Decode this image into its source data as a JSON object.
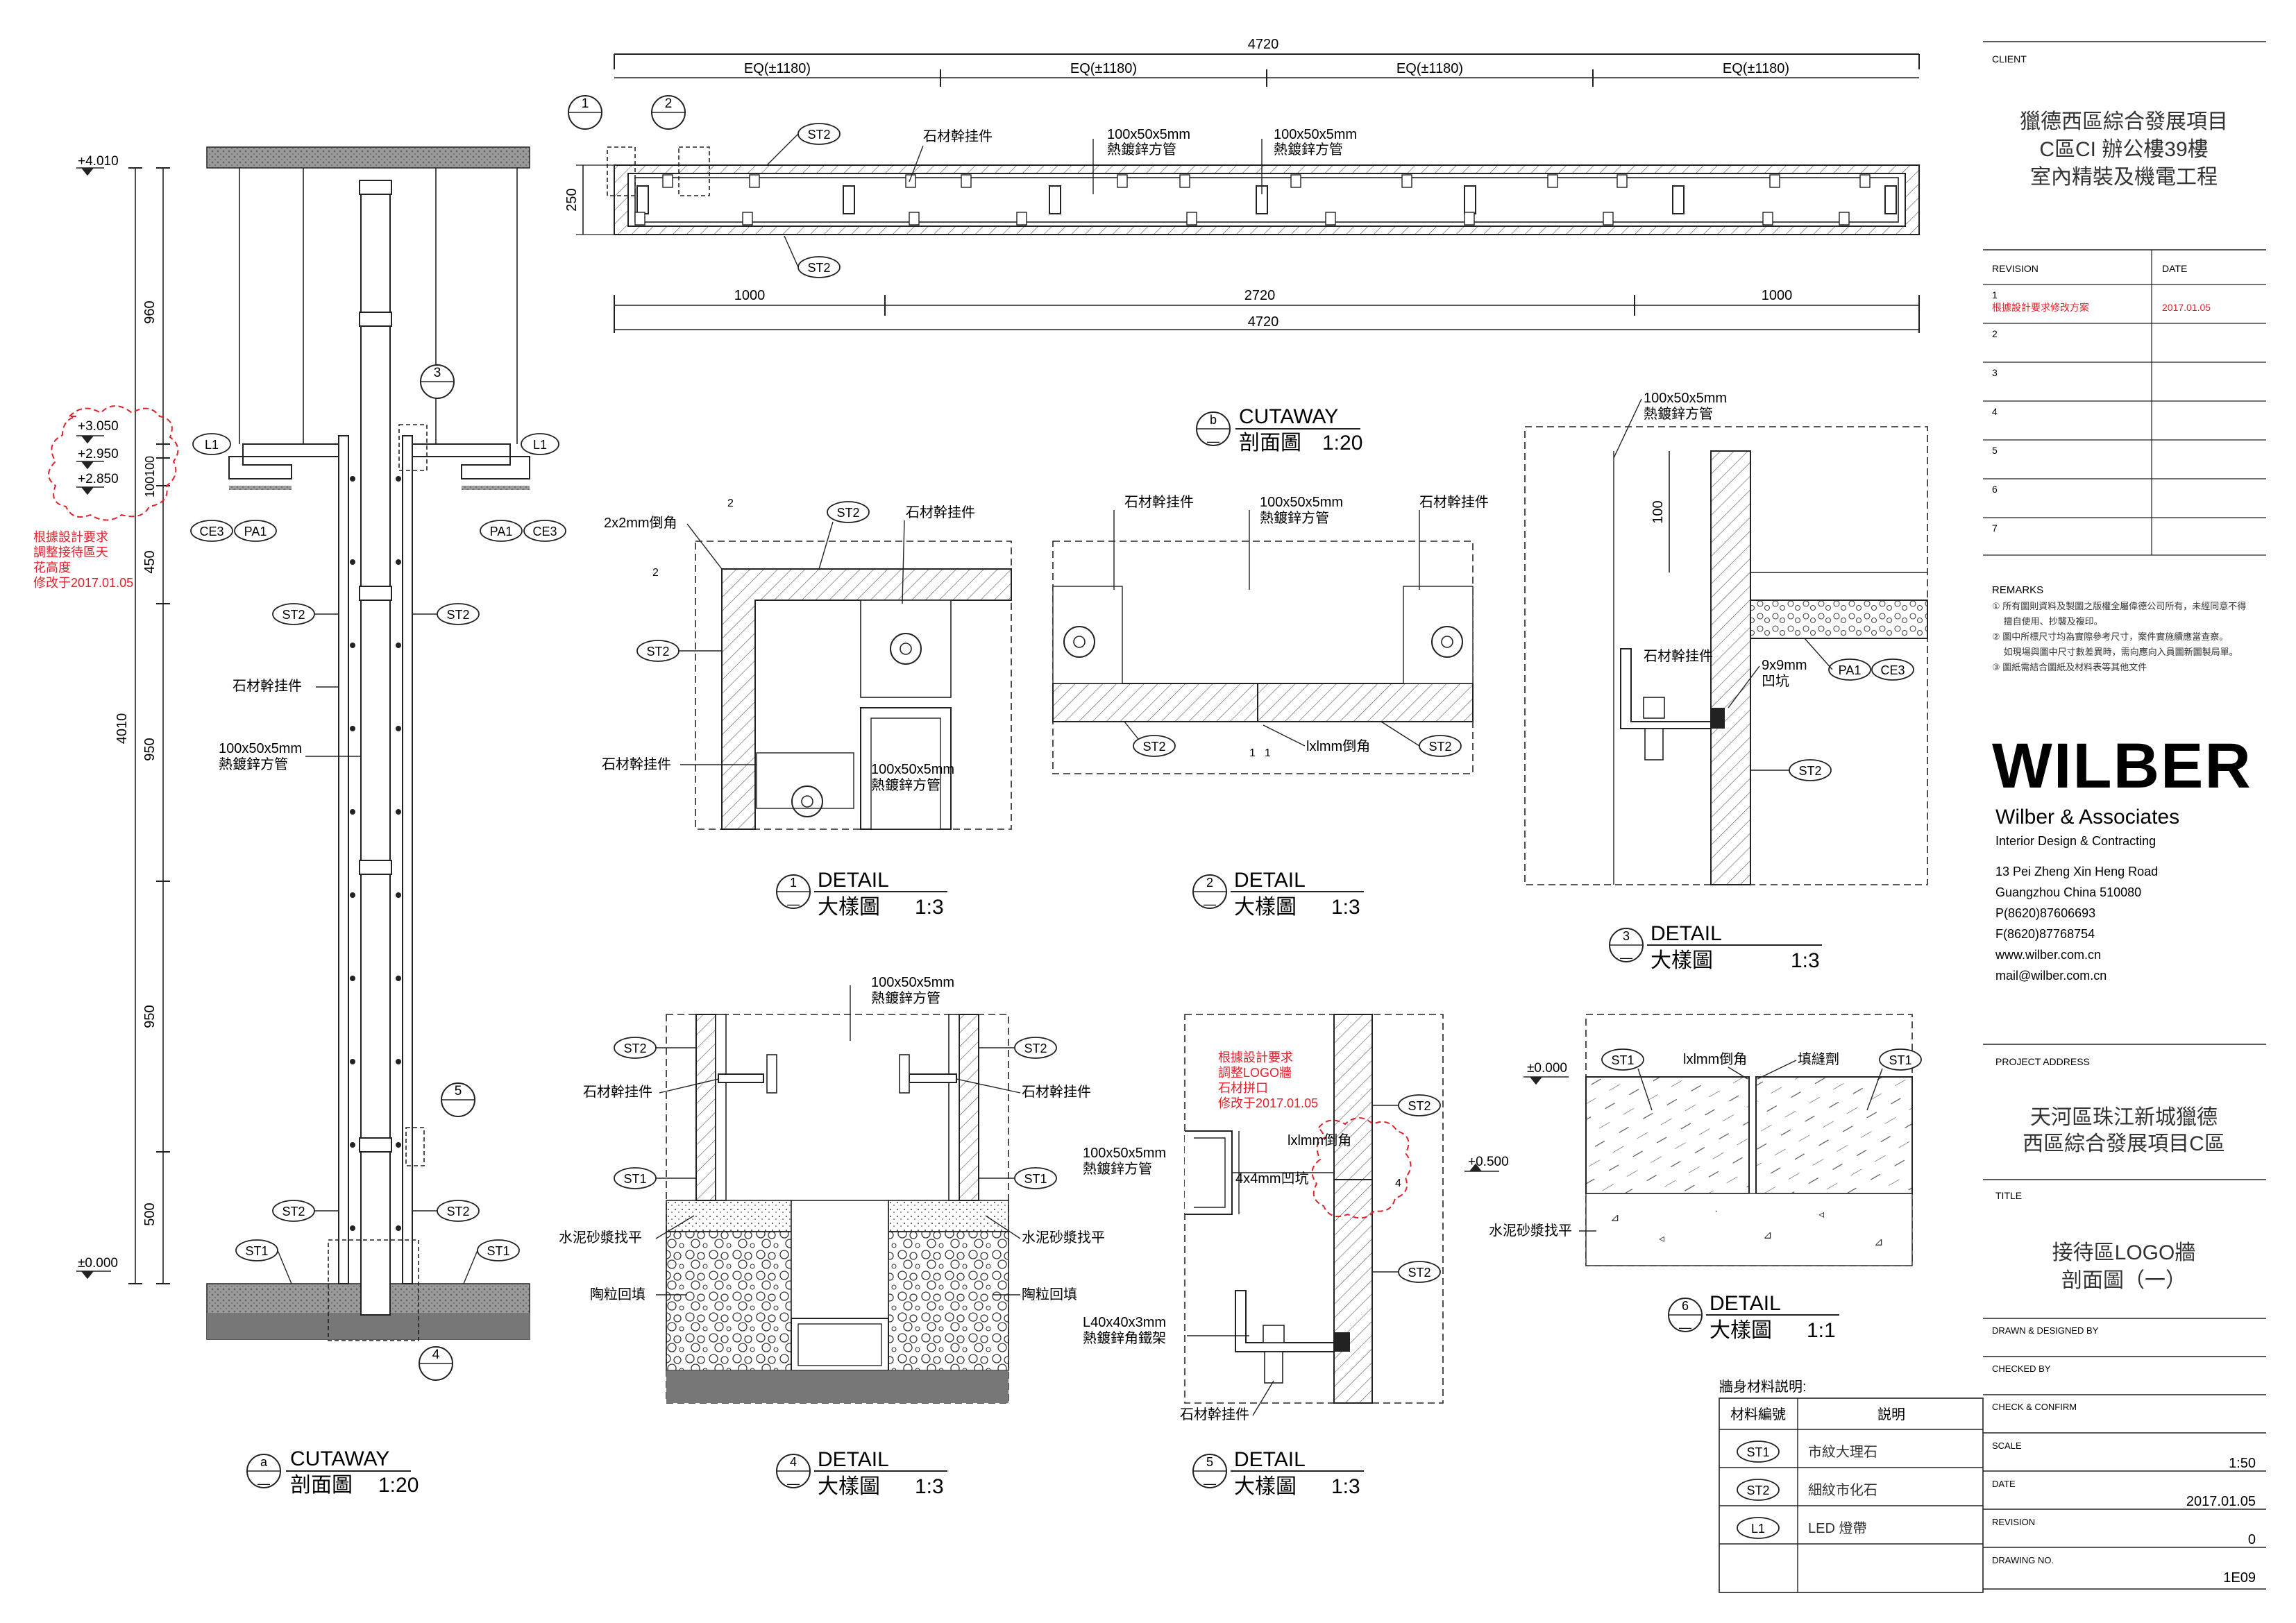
{
  "overall_dims": {
    "total": "4720",
    "eq": [
      "EQ(±1180)",
      "EQ(±1180)",
      "EQ(±1180)",
      "EQ(±1180)"
    ],
    "bottom": [
      "1000",
      "2720",
      "1000"
    ],
    "bottom_total": "4720",
    "height": "250"
  },
  "section_a": {
    "levels": [
      "+4.010",
      "+3.050",
      "+2.950",
      "+2.850",
      "±0.000"
    ],
    "dims": [
      "960",
      "100",
      "100",
      "450",
      "950",
      "950",
      "500"
    ],
    "total_height": "4010",
    "revision_note": [
      "根據設計要求",
      "調整接待區天",
      "花高度",
      "修改于2017.01.05"
    ]
  },
  "tags": {
    "st1": "ST1",
    "st2": "ST2",
    "l1": "L1",
    "pa1": "PA1",
    "ce3": "CE3"
  },
  "notes": {
    "stone_hanger": "石材幹挂件",
    "tube_size": "100x50x5mm",
    "tube_desc": "熱鍍鋅方管",
    "chamfer_2x2": "2x2mm倒角",
    "chamfer_1x1": "lxlmm倒角",
    "groove_9x9": "9x9mm",
    "groove_label": "凹坑",
    "groove_4x4": "4x4mm凹坑",
    "cement": "水泥砂漿找平",
    "ceramsite": "陶粒回填",
    "angle_size": "L40x40x3mm",
    "angle_desc": "熱鍍鋅角鐵架",
    "sealant": "填縫劑",
    "logo_note": [
      "根據設計要求",
      "調整LOGO牆",
      "石材拼口",
      "修改于2017.01.05"
    ],
    "level_0": "±0.000",
    "level_500": "+0.500",
    "dim_100": "100",
    "dim_2": "2",
    "dim_1": "1",
    "dim_4": "4"
  },
  "callouts": [
    "1",
    "2",
    "3",
    "4",
    "5",
    "6"
  ],
  "view_titles": {
    "cutaway_a": {
      "letter": "a",
      "en": "CUTAWAY",
      "cn": "剖面圖",
      "scale": "1:20"
    },
    "cutaway_b": {
      "letter": "b",
      "en": "CUTAWAY",
      "cn": "剖面圖",
      "scale": "1:20"
    },
    "detail_1": {
      "num": "1",
      "en": "DETAIL",
      "cn": "大樣圖",
      "scale": "1:3"
    },
    "detail_2": {
      "num": "2",
      "en": "DETAIL",
      "cn": "大樣圖",
      "scale": "1:3"
    },
    "detail_3": {
      "num": "3",
      "en": "DETAIL",
      "cn": "大樣圖",
      "scale": "1:3"
    },
    "detail_4": {
      "num": "4",
      "en": "DETAIL",
      "cn": "大樣圖",
      "scale": "1:3"
    },
    "detail_5": {
      "num": "5",
      "en": "DETAIL",
      "cn": "大樣圖",
      "scale": "1:3"
    },
    "detail_6": {
      "num": "6",
      "en": "DETAIL",
      "cn": "大樣圖",
      "scale": "1:1"
    },
    "dash": "—"
  },
  "materials": {
    "heading": "牆身材料説明:",
    "col_code": "材料編號",
    "col_desc": "説明",
    "rows": [
      {
        "code": "ST1",
        "desc": "市紋大理石"
      },
      {
        "code": "ST2",
        "desc": "細紋市化石"
      },
      {
        "code": "L1",
        "desc": "LED 燈帶"
      }
    ]
  },
  "title_block": {
    "client_label": "CLIENT",
    "client": [
      "獵德西區綜合發展項目",
      "C區CI 辦公樓39樓",
      "室內精裝及機電工程"
    ],
    "revision_label": "REVISION",
    "date_label": "DATE",
    "revisions": [
      {
        "no": "1",
        "desc": "根據設計要求修改方案",
        "date": "2017.01.05"
      },
      {
        "no": "2",
        "desc": "",
        "date": ""
      },
      {
        "no": "3",
        "desc": "",
        "date": ""
      },
      {
        "no": "4",
        "desc": "",
        "date": ""
      },
      {
        "no": "5",
        "desc": "",
        "date": ""
      },
      {
        "no": "6",
        "desc": "",
        "date": ""
      },
      {
        "no": "7",
        "desc": "",
        "date": ""
      }
    ],
    "remarks_label": "REMARKS",
    "remarks": [
      "① 所有圖則資料及製圖之版權全屬偉德公司所有，未經同意不得",
      "　 擅自使用、抄襲及複印。",
      "② 圖中所標尺寸均為實際參考尺寸，案件實施續應當查察。",
      "　 如現場與圖中尺寸數差異時，需向應向入員圖新圖製局單。",
      "③ 圖紙需結合圖紙及材料表等其他文件"
    ],
    "company_logo": "WILBER",
    "company_name": "Wilber & Associates",
    "company_sub": "Interior Design & Contracting",
    "address": [
      "13 Pei Zheng Xin Heng Road",
      "Guangzhou China 510080",
      "P(8620)87606693",
      "F(8620)87768754",
      "www.wilber.com.cn",
      "mail@wilber.com.cn"
    ],
    "project_address_label": "PROJECT ADDRESS",
    "project_address": [
      "天河區珠江新城獵德",
      "西區綜合發展項目C區"
    ],
    "title_label": "TITLE",
    "title": [
      "接待區LOGO牆",
      "剖面圖（一）"
    ],
    "drawn_label": "DRAWN & DESIGNED  BY",
    "checked_label": "CHECKED BY",
    "confirm_label": "CHECK & CONFIRM",
    "scale_label": "SCALE",
    "scale": "1:50",
    "date_label2": "DATE",
    "date": "2017.01.05",
    "revision_label2": "REVISION",
    "revision": "0",
    "drawing_no_label": "DRAWING NO.",
    "drawing_no": "1E09"
  },
  "colors": {
    "line": "#222222",
    "revision": "#e0202a",
    "hatch": "#444444"
  }
}
